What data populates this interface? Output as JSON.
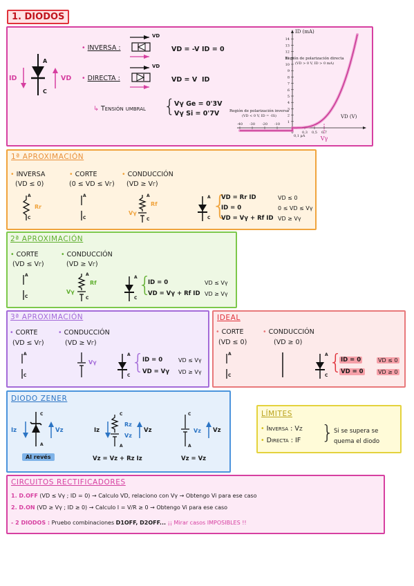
{
  "title": "1. DIODOS",
  "diodos": {
    "label_id": "ID",
    "label_vd": "VD",
    "label_a": "A",
    "label_c": "C",
    "inversa_label": "INVERSA :",
    "inversa_vd": "VD",
    "inversa_eq": "VD = -V",
    "inversa_id": "ID = 0",
    "directa_label": "DIRECTA :",
    "directa_vd": "VD",
    "directa_eq": "VD = V",
    "directa_id": "ID",
    "tension_umbral": "Tensión umbral",
    "vge": "Vγ Ge = 0'3V",
    "vsi": "Vγ Si = 0'7V"
  },
  "chart_data": {
    "type": "line",
    "ylabel": "ID (mA)",
    "xlabel": "VD (V)",
    "y_ticks": [
      "14",
      "13",
      "12",
      "11",
      "10",
      "9",
      "8",
      "7",
      "6",
      "5",
      "4",
      "3",
      "2",
      "1"
    ],
    "x_ticks": [
      "-40",
      "-30",
      "-20",
      "-10",
      "0",
      "0,3",
      "0,5",
      "0,7"
    ],
    "region_directa": "Región de polarización directa",
    "region_directa_sub": "(VD > 0 V, ID > 0 mA)",
    "region_inversa": "Región de polarización inversa",
    "region_inversa_sub": "(VD < 0 V, ID = -IS)",
    "is_label": "0,1 µA",
    "vgamma_label": "Vγ"
  },
  "aprox1": {
    "title": "1ª APROXIMACIÓN",
    "inversa": "INVERSA",
    "inversa_cond": "(VD ≤ 0)",
    "corte": "CORTE",
    "corte_cond": "(0 ≤ VD ≤ Vγ)",
    "conduccion": "CONDUCCIÓN",
    "conduccion_cond": "(VD ≥ Vγ)",
    "rf": "Rf",
    "vy": "Vγ",
    "eq1": "VD = Rr ID",
    "eq1c": "VD ≤ 0",
    "eq2": "ID = 0",
    "eq2c": "0 ≤ VD ≤ Vγ",
    "eq3": "VD = Vγ + Rf ID",
    "eq3c": "VD ≥ Vγ",
    "a": "A",
    "c": "C"
  },
  "aprox2": {
    "title": "2ª APROXIMACIÓN",
    "corte": "CORTE",
    "corte_cond": "(VD ≤ Vγ)",
    "conduccion": "CONDUCCIÓN",
    "conduccion_cond": "(VD ≥ Vγ)",
    "rf": "Rf",
    "vy": "Vγ",
    "eq1": "ID = 0",
    "eq1c": "VD ≤ Vγ",
    "eq2": "VD = Vγ + Rf ID",
    "eq2c": "VD ≥ Vγ",
    "a": "A",
    "c": "C"
  },
  "aprox3": {
    "title": "3ª APROXIMACIÓN",
    "corte": "CORTE",
    "corte_cond": "(VD ≤ Vγ)",
    "conduccion": "CONDUCCIÓN",
    "conduccion_cond": "(VD ≥ Vγ)",
    "vy": "Vγ",
    "eq1": "ID = 0",
    "eq1c": "VD ≤ Vγ",
    "eq2": "VD = Vγ",
    "eq2c": "VD ≥ Vγ",
    "a": "A",
    "c": "C"
  },
  "ideal": {
    "title": "IDEAL",
    "corte": "CORTE",
    "corte_cond": "(VD ≤ 0)",
    "conduccion": "CONDUCCIÓN",
    "conduccion_cond": "(VD ≥ 0)",
    "eq1": "ID = 0",
    "eq1c": "VD ≤ 0",
    "eq2": "VD = 0",
    "eq2c": "VD ≥ 0",
    "a": "A",
    "c": "C"
  },
  "zener": {
    "title": "DIODO ZENER",
    "iz": "Iz",
    "vz": "Vz",
    "c": "C",
    "a": "A",
    "al_reves": "Al revés",
    "rz": "Rz",
    "vz2": "Vz",
    "eq_b": "Vz = Vz + Rz Iz",
    "eq_c": "Vz = Vz"
  },
  "limites": {
    "title": "LÍMITES",
    "inversa": "Inversa : Vz",
    "directa": "Directa : IF",
    "note": "Si se supera se quema el diodo"
  },
  "rect": {
    "title": "CIRCUITOS RECTIFICADORES",
    "l1_num": "1. D.OFF",
    "l1_text": "(VD ≤ Vγ ; ID = 0) → Calculo VD, relaciono con Vγ → Obtengo Vi para ese caso",
    "l2_num": "2. D.ON",
    "l2_text": "(VD ≥ Vγ ; ID ≥ 0) → Calculo I = V/R ≥ 0 → Obtengo Vi para ese caso",
    "l3_num": "- 2 DIODOS :",
    "l3_text": "Pruebo combinaciones",
    "l3_bold": "D1OFF, D2OFF...",
    "l3_warn": "¡¡ Mirar casos IMPOSIBLES !!"
  }
}
